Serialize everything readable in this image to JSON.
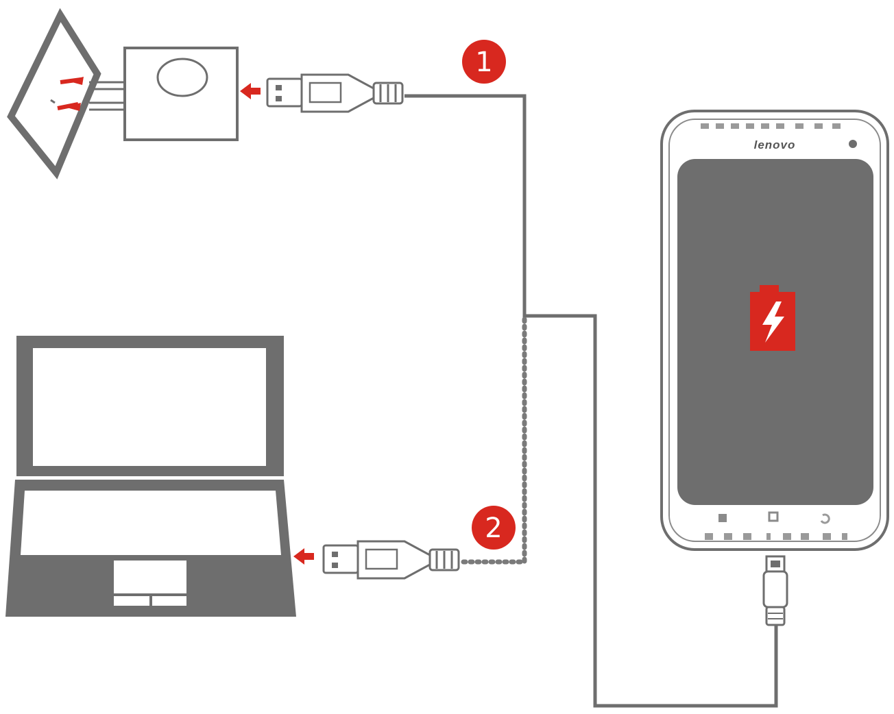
{
  "diagram": {
    "steps": [
      {
        "number": "1"
      },
      {
        "number": "2"
      }
    ],
    "phone_brand": "lenovo",
    "colors": {
      "outline": "#6e6e6e",
      "accent": "#d8281f",
      "screen": "#6e6e6e",
      "background": "#ffffff"
    },
    "icons": {
      "wall_outlet": "wall-outlet-icon",
      "charger": "power-adapter-icon",
      "laptop": "laptop-icon",
      "phone": "smartphone-icon",
      "battery": "charging-battery-icon"
    }
  }
}
